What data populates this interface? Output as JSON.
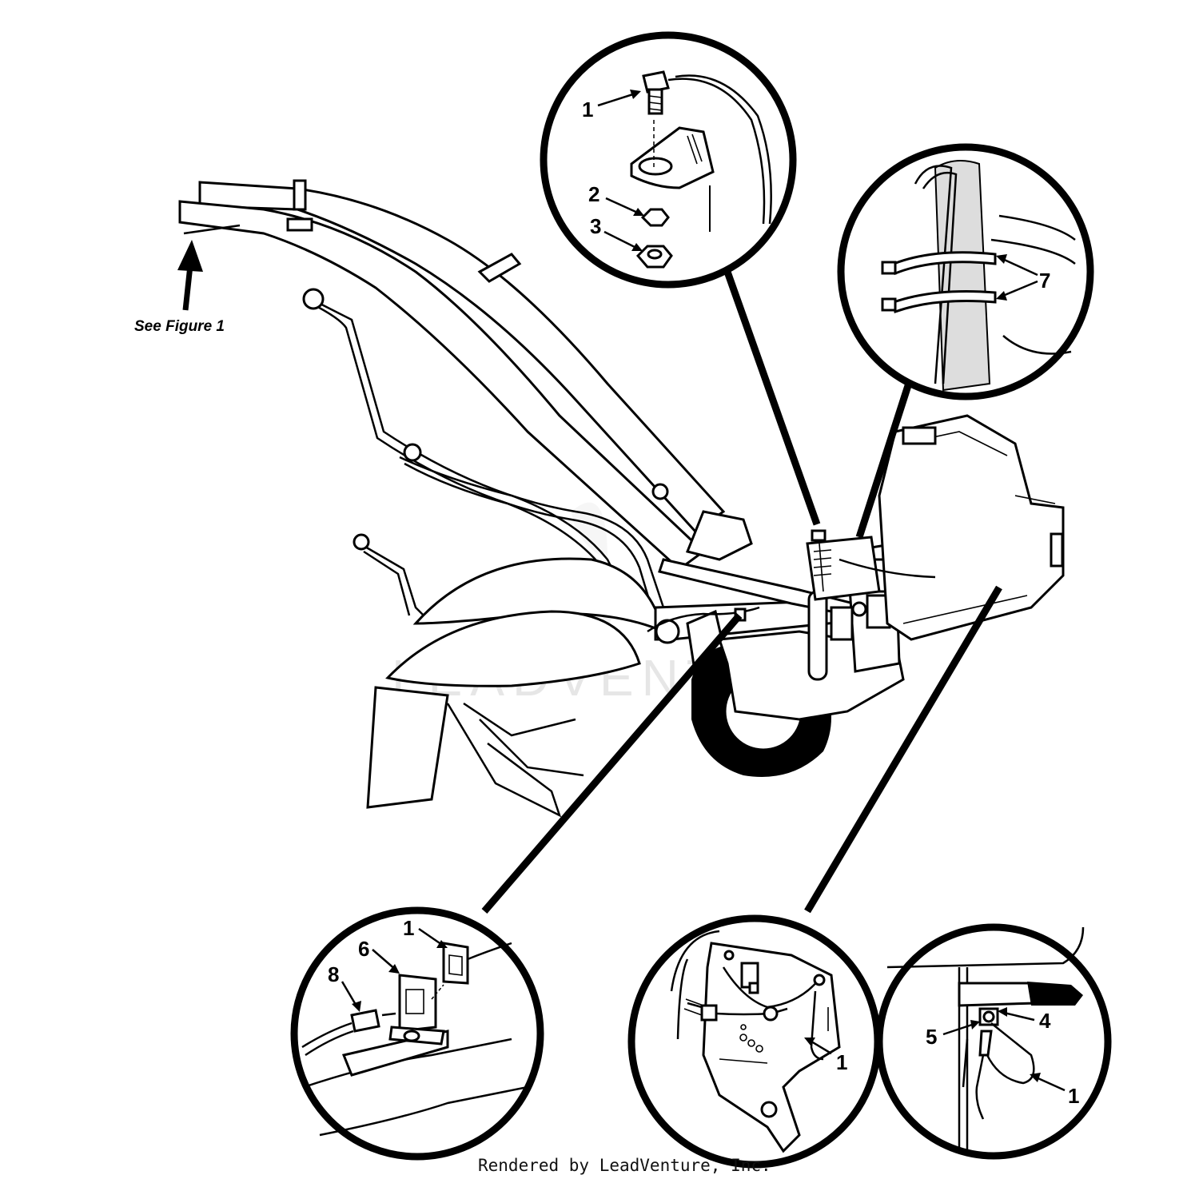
{
  "diagram": {
    "see_figure_note": "See Figure 1",
    "footer_credit": "Rendered by LeadVenture, Inc.",
    "watermark": "LEADVENTURE",
    "callouts": {
      "top_bolt": "1",
      "top_lockwasher": "2",
      "top_nut": "3",
      "tie_straps": "7",
      "left_bracket_connector": "1",
      "left_bracket": "6",
      "left_wire_end": "8",
      "middle_engine_wire": "1",
      "right_wire": "1",
      "right_terminal": "4",
      "right_screw": "5"
    }
  }
}
